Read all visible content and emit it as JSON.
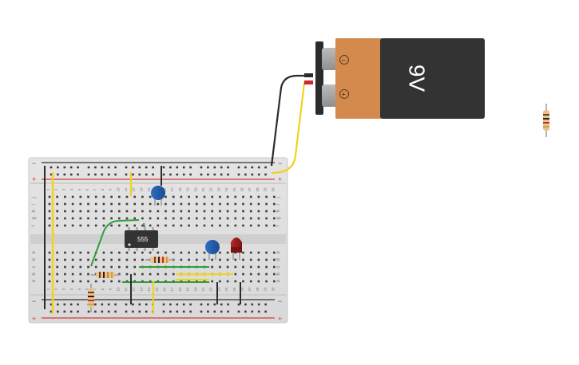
{
  "canvas": {
    "background": "#ffffff"
  },
  "battery": {
    "label": "9V",
    "minus_symbol": "−",
    "plus_symbol": "+",
    "body_color": "#333333",
    "cap_color": "#d48a4c"
  },
  "breadboard": {
    "rail_minus": "−",
    "rail_plus": "+",
    "row_letters_top": [
      "j",
      "i",
      "h",
      "g",
      "f"
    ],
    "row_letters_bottom": [
      "e",
      "d",
      "c",
      "b",
      "a"
    ],
    "column_numbers": [
      "1",
      "2",
      "3",
      "4",
      "5",
      "6",
      "7",
      "8",
      "9",
      "10",
      "11",
      "12",
      "13",
      "14",
      "15",
      "16",
      "17",
      "18",
      "19",
      "20",
      "21",
      "22",
      "23",
      "24",
      "25",
      "26",
      "27",
      "28",
      "29",
      "30"
    ],
    "rail_red": "#d33a3a",
    "rail_dark": "#333333"
  },
  "components": {
    "timer_ic_label": "555",
    "resistor_color": "#e7c48b",
    "capacitor_color": "#1f5aa6",
    "led_color": "#9b1c1c"
  },
  "wires": {
    "black": "#2b2b2b",
    "yellow": "#f2d21b",
    "green": "#2e9e3a",
    "red": "#c9282c"
  }
}
